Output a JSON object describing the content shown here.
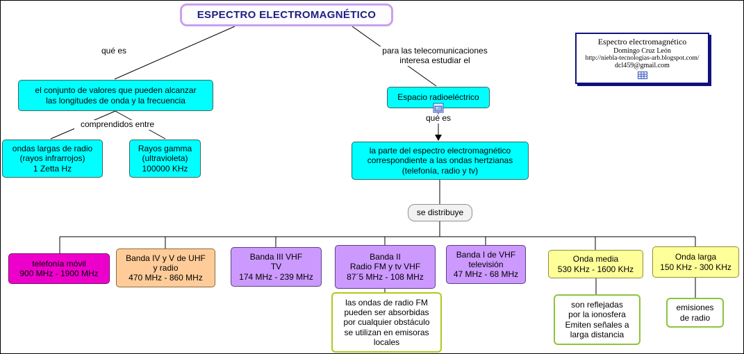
{
  "title": "ESPECTRO ELECTROMAGNÉTICO",
  "connector_labels": {
    "que_es_left": "qué es",
    "telecom": "para las telecomunicaciones\ninteresa estudiar el",
    "comprendidos_entre": "comprendidos entre",
    "que_es_right": "qué es"
  },
  "nodes": {
    "definicion": "el conjunto de valores que pueden alcanzar\nlas longitudes de onda y la frecuencia",
    "ondas_largas": "ondas largas de radio\n(rayos infrarrojos)\n1 Zetta Hz",
    "rayos_gamma": "Rayos gamma\n(ultravioleta)\n100000 KHz",
    "espacio_radioelectrico": "Espacio radioeléctrico",
    "espectro_hertziano": "la parte del espectro electromagnético\ncorrespondiente a las ondas hertzianas\n(telefonía, radio y tv)",
    "se_distribuye": "se distribuye",
    "telefonia_movil": "telefonía móvil\n900 MHz - 1900 MHz",
    "banda_iv_v": "Banda IV y V de UHF\ny radio\n470 MHz - 860 MHz",
    "banda_iii": "Banda III VHF\nTV\n174 MHz - 239 MHz",
    "banda_ii": "Banda II\nRadio FM y tv VHF\n87´5 MHz - 108 MHz",
    "banda_i": "Banda I de VHF\ntelevisión\n47 MHz - 68 MHz",
    "onda_media": "Onda media\n530 KHz - 1600 KHz",
    "onda_larga": "Onda larga\n150 KHz - 300 KHz",
    "nota_fm": "las ondas de radio FM\npueden ser absorbidas\npor cualquier obstáculo\nse utilizan en emisoras\nlocales",
    "nota_onda_media": "son reflejadas\npor la ionosfera\nEmiten señales a\nlarga distancia",
    "nota_onda_larga": "emisiones\nde radio"
  },
  "credit": {
    "title": "Espectro electromagnético",
    "author": "Domingo Cruz León",
    "url": "http://niebla-tecnologias-arb.blogspot.com/",
    "email": "dcl459@gmail.com"
  },
  "icons": {
    "espacio_attachment": "image-icon",
    "credit_attachment": "grid-icon"
  },
  "colors": {
    "concept_fill": "#00ffff",
    "telefonia_fill": "#ee00cc",
    "banda_uhf_fill": "#ffcc99",
    "banda_vhf_fill": "#cc99ff",
    "onda_fill": "#ffff99",
    "note_border_fm": "#afc81e",
    "note_border_green": "#8cc43c",
    "title_border": "#c9a0ee",
    "title_text": "#1f2080",
    "credit_border": "#10107e"
  }
}
